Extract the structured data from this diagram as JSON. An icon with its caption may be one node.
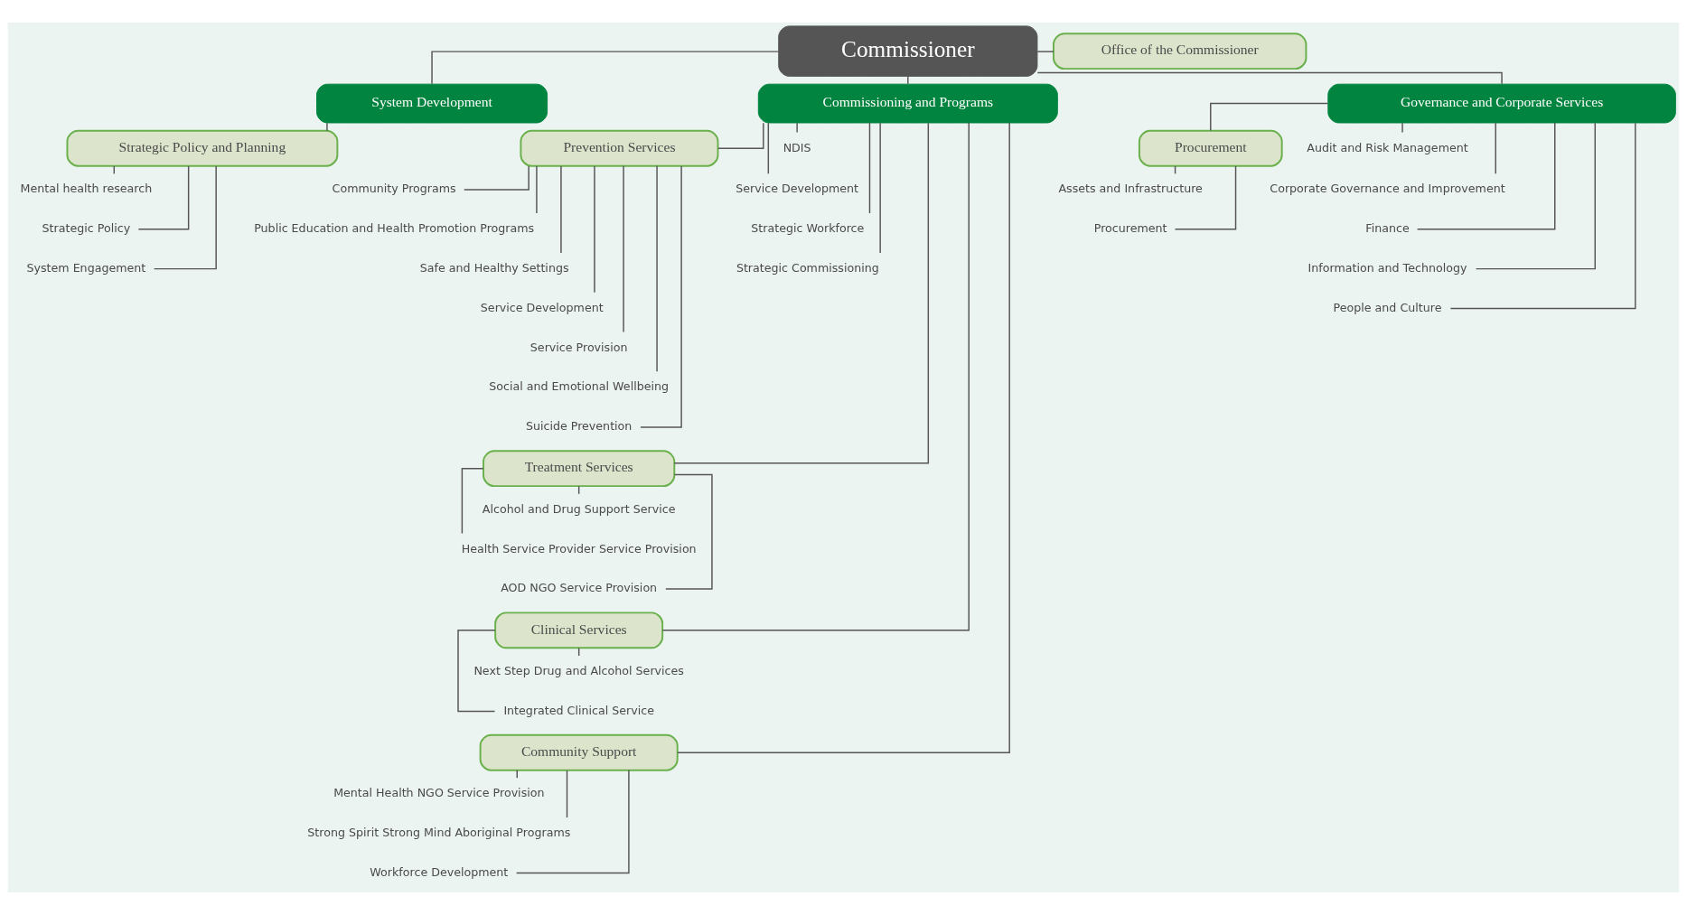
{
  "diagram": {
    "nodes": [
      {
        "text": [
          "Commissioner"
        ]
      },
      {
        "text": [
          "Office of the Commissioner"
        ]
      },
      {
        "text": [
          "System Development"
        ]
      },
      {
        "text": [
          "Commissioning and Programs"
        ]
      },
      {
        "text": [
          "Governance and Corporate Services"
        ]
      },
      {
        "text": [
          "Strategic Policy and Planning"
        ]
      },
      {
        "text": [
          "Prevention Services"
        ]
      },
      {
        "text": [
          "Procurement"
        ]
      },
      {
        "text": [
          "Mental health research"
        ]
      },
      {
        "text": [
          "Strategic Policy"
        ]
      },
      {
        "text": [
          "System Engagement"
        ]
      },
      {
        "text": [
          "NDIS"
        ]
      },
      {
        "text": [
          "Service Development"
        ]
      },
      {
        "text": [
          "Strategic Workforce"
        ]
      },
      {
        "text": [
          "Strategic Commissioning"
        ]
      },
      {
        "text": [
          "Community Programs"
        ]
      },
      {
        "text": [
          "Public Education and Health Promotion Programs"
        ]
      },
      {
        "text": [
          "Safe and Healthy Settings"
        ]
      },
      {
        "text": [
          "Service Development"
        ]
      },
      {
        "text": [
          "Service Provision"
        ]
      },
      {
        "text": [
          "Social and Emotional Wellbeing"
        ]
      },
      {
        "text": [
          "Suicide Prevention"
        ]
      },
      {
        "text": [
          "Assets and Infrastructure"
        ]
      },
      {
        "text": [
          "Procurement"
        ]
      },
      {
        "text": [
          "Audit and Risk Management"
        ]
      },
      {
        "text": [
          "Corporate Governance and Improvement"
        ]
      },
      {
        "text": [
          "Finance"
        ]
      },
      {
        "text": [
          "Information and Technology"
        ]
      },
      {
        "text": [
          "People and Culture"
        ]
      },
      {
        "text": [
          "Treatment Services"
        ]
      },
      {
        "text": [
          "Alcohol and Drug Support Service"
        ]
      },
      {
        "text": [
          "Health Service Provider Service Provision"
        ]
      },
      {
        "text": [
          "AOD NGO Service Provision"
        ]
      },
      {
        "text": [
          "Clinical Services"
        ]
      },
      {
        "text": [
          "Next Step Drug and Alcohol Services"
        ]
      },
      {
        "text": [
          "Integrated Clinical Service"
        ]
      },
      {
        "text": [
          "Community Support"
        ]
      },
      {
        "text": [
          "Mental Health NGO Service Provision"
        ]
      },
      {
        "text": [
          "Strong Spirit Strong Mind Aboriginal Programs"
        ]
      },
      {
        "text": [
          "Workforce Development"
        ]
      }
    ],
    "edges": [
      {
        "from": 0,
        "to": 1,
        "arrow": "none"
      },
      {
        "from": 0,
        "to": 2,
        "arrow": "none"
      },
      {
        "from": 0,
        "to": 3,
        "arrow": "none"
      },
      {
        "from": 0,
        "to": 4,
        "arrow": "none"
      },
      {
        "from": 2,
        "to": 5,
        "arrow": "none"
      },
      {
        "from": 3,
        "to": 6,
        "arrow": "none"
      },
      {
        "from": 4,
        "to": 7,
        "arrow": "none"
      },
      {
        "from": 5,
        "to": 8,
        "arrow": "none"
      },
      {
        "from": 5,
        "to": 9,
        "arrow": "none"
      },
      {
        "from": 5,
        "to": 10,
        "arrow": "none"
      },
      {
        "from": 3,
        "to": 11,
        "arrow": "none"
      },
      {
        "from": 3,
        "to": 12,
        "arrow": "none"
      },
      {
        "from": 3,
        "to": 13,
        "arrow": "none"
      },
      {
        "from": 3,
        "to": 14,
        "arrow": "none"
      },
      {
        "from": 6,
        "to": 15,
        "arrow": "none"
      },
      {
        "from": 6,
        "to": 16,
        "arrow": "none"
      },
      {
        "from": 6,
        "to": 17,
        "arrow": "none"
      },
      {
        "from": 6,
        "to": 18,
        "arrow": "none"
      },
      {
        "from": 6,
        "to": 19,
        "arrow": "none"
      },
      {
        "from": 6,
        "to": 20,
        "arrow": "none"
      },
      {
        "from": 6,
        "to": 21,
        "arrow": "none"
      },
      {
        "from": 7,
        "to": 22,
        "arrow": "none"
      },
      {
        "from": 7,
        "to": 23,
        "arrow": "none"
      },
      {
        "from": 4,
        "to": 24,
        "arrow": "none"
      },
      {
        "from": 4,
        "to": 25,
        "arrow": "none"
      },
      {
        "from": 4,
        "to": 26,
        "arrow": "none"
      },
      {
        "from": 4,
        "to": 27,
        "arrow": "none"
      },
      {
        "from": 4,
        "to": 28,
        "arrow": "none"
      },
      {
        "from": 3,
        "to": 29,
        "arrow": "none"
      },
      {
        "from": 29,
        "to": 30,
        "arrow": "none"
      },
      {
        "from": 29,
        "to": 31,
        "arrow": "none"
      },
      {
        "from": 29,
        "to": 32,
        "arrow": "none"
      },
      {
        "from": 3,
        "to": 33,
        "arrow": "none"
      },
      {
        "from": 33,
        "to": 34,
        "arrow": "none"
      },
      {
        "from": 33,
        "to": 35,
        "arrow": "none"
      },
      {
        "from": 3,
        "to": 36,
        "arrow": "none"
      },
      {
        "from": 36,
        "to": 37,
        "arrow": "none"
      },
      {
        "from": 36,
        "to": 38,
        "arrow": "none"
      },
      {
        "from": 36,
        "to": 39,
        "arrow": "none"
      }
    ]
  }
}
